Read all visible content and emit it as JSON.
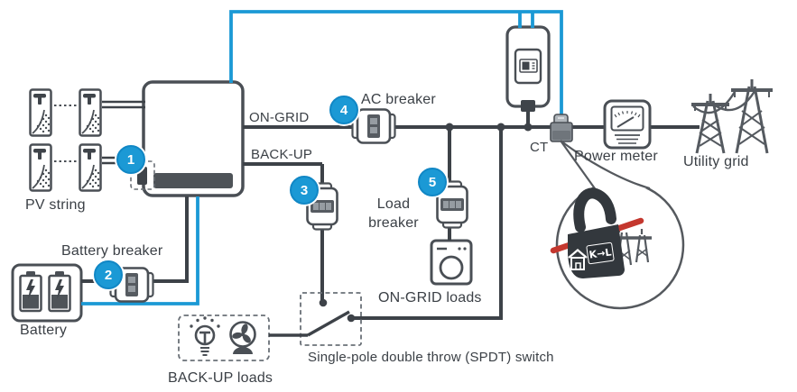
{
  "colors": {
    "accent_blue": "#1b99d5",
    "wire_dark": "#3d4248",
    "component_gray": "#4a4f55",
    "ct_wire_red": "#c4372e",
    "text": "#3b4046"
  },
  "labels": {
    "pv_string": "PV string",
    "battery_breaker": "Battery breaker",
    "battery": "Battery",
    "backup_loads": "BACK-UP loads",
    "spdt_switch": "Single-pole double throw (SPDT) switch",
    "ongrid_loads": "ON-GRID loads",
    "load_breaker": "Load breaker",
    "ac_breaker": "AC breaker",
    "on_grid_port": "ON-GRID",
    "back_up_port": "BACK-UP",
    "ct": "CT",
    "power_meter": "Power meter",
    "utility_grid": "Utility grid",
    "ct_detail_marking": "K→L"
  },
  "badges": [
    {
      "number": "1"
    },
    {
      "number": "2"
    },
    {
      "number": "3"
    },
    {
      "number": "4"
    },
    {
      "number": "5"
    }
  ]
}
